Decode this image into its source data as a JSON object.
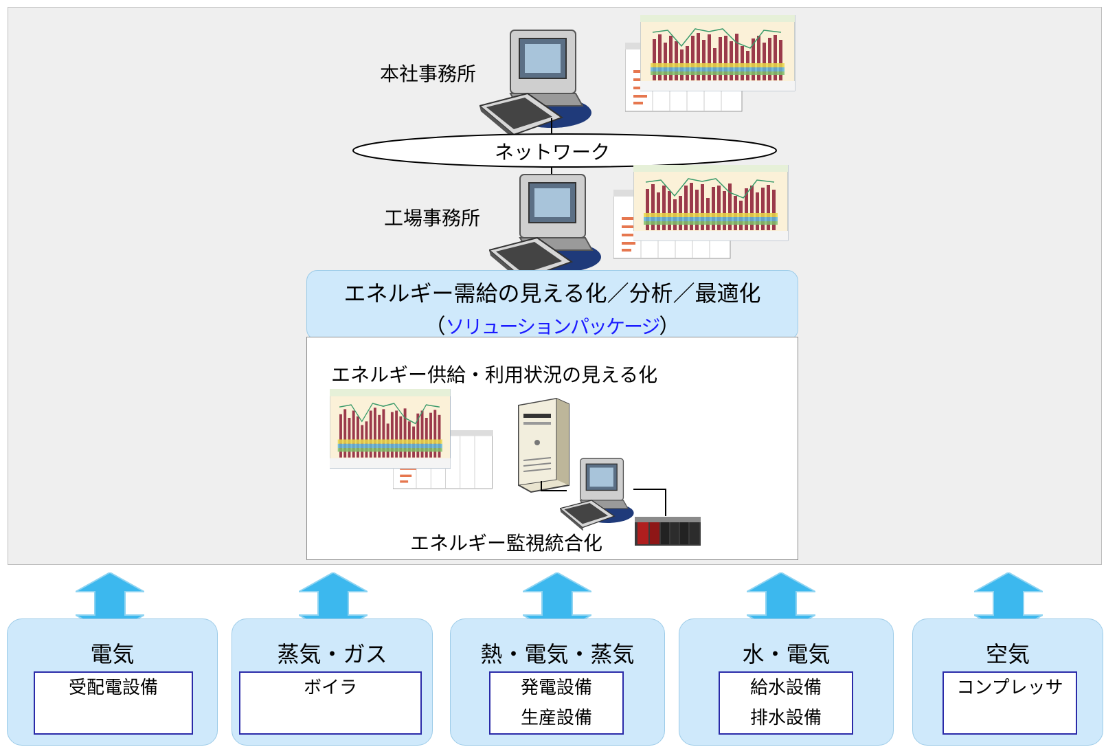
{
  "nodes": {
    "head_office": "本社事務所",
    "network": "ネットワーク",
    "factory_office": "工場事務所"
  },
  "solution": {
    "title": "エネルギー需給の見える化／分析／最適化",
    "subtitle_open": "（",
    "subtitle_package": "ソリューションパッケージ",
    "subtitle_close": "）",
    "visualization_label": "エネルギー供給・利用状況の見える化",
    "integration_label": "エネルギー監視統合化"
  },
  "equipment": [
    {
      "title": "電気",
      "items": [
        "受配電設備"
      ]
    },
    {
      "title": "蒸気・ガス",
      "items": [
        "ボイラ"
      ]
    },
    {
      "title": "熱・電気・蒸気",
      "items": [
        "発電設備",
        "生産設備"
      ]
    },
    {
      "title": "水・電気",
      "items": [
        "給水設備",
        "排水設備"
      ]
    },
    {
      "title": "空気",
      "items": [
        "コンプレッサ"
      ]
    }
  ],
  "colors": {
    "panel_bg": "#efefef",
    "box_fill": "#cfe9fb",
    "arrow_fill": "#3cb8ee",
    "inner_border": "#2a2aa8",
    "package_text": "#1a1aff"
  }
}
